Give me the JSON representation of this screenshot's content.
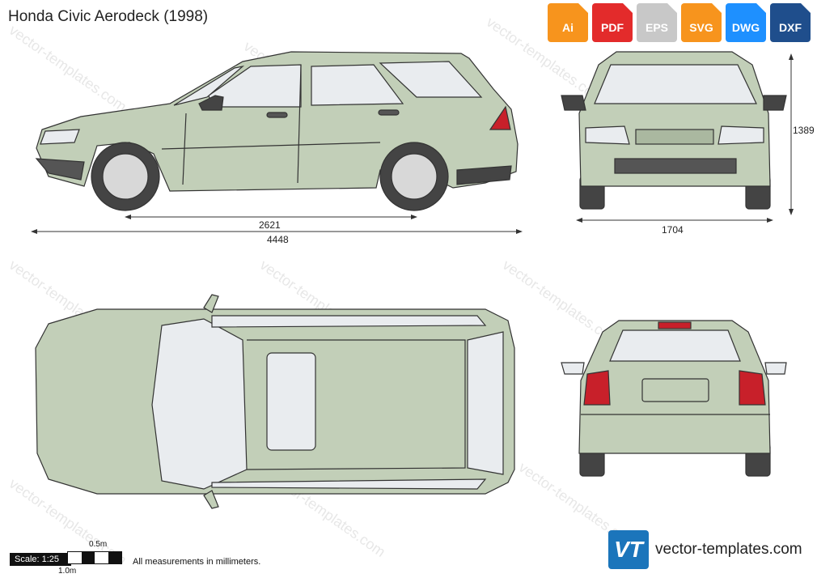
{
  "page": {
    "title": "Honda Civic Aerodeck (1998)",
    "brand": {
      "logo": "VT",
      "site": "vector-templates.com"
    },
    "watermark": "vector-templates.com"
  },
  "formats": [
    {
      "label": "Ai",
      "color": "#f7941d"
    },
    {
      "label": "PDF",
      "color": "#e32b2b"
    },
    {
      "label": "EPS",
      "color": "#c8c8c8"
    },
    {
      "label": "SVG",
      "color": "#f7941d"
    },
    {
      "label": "DWG",
      "color": "#1e90ff"
    },
    {
      "label": "DXF",
      "color": "#1f4e8c"
    }
  ],
  "dimensions": {
    "wheelbase": "2621",
    "length": "4448",
    "height": "1389",
    "width": "1704"
  },
  "scale": {
    "label": "Scale: 1:25",
    "half_meter": "0.5m",
    "meter": "1.0m"
  },
  "note": "All measurements in millimeters.",
  "colors": {
    "body": "#c2cfb8",
    "outline": "#333333",
    "glass": "#e9ecef",
    "tyre": "#444444",
    "rim": "#d8d8d8",
    "light": "#c8202a"
  }
}
